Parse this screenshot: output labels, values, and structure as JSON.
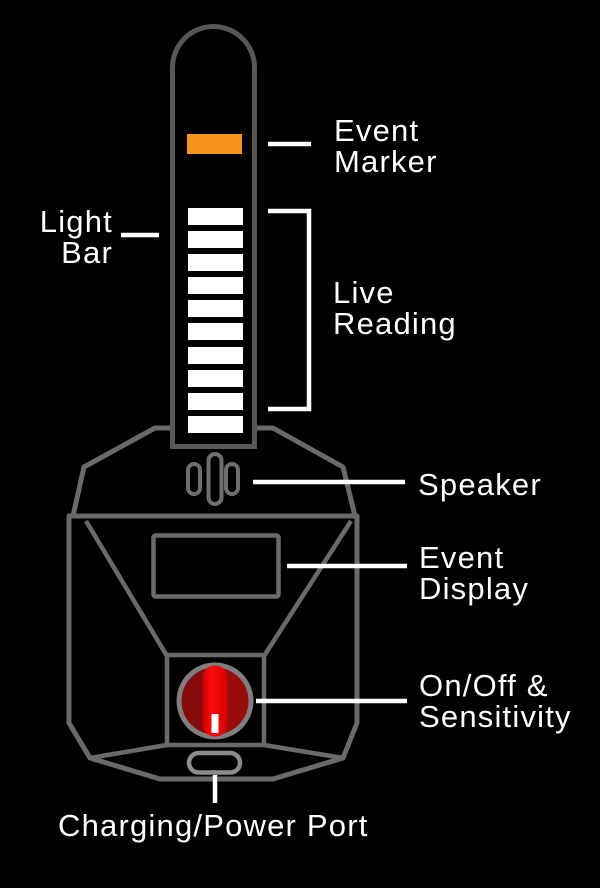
{
  "diagram": {
    "title_hint": "detector device callout diagram",
    "labels": {
      "event_marker": {
        "lines": [
          "Event",
          "Marker"
        ]
      },
      "light_bar": {
        "lines": [
          "Light",
          "Bar"
        ]
      },
      "live_reading": {
        "lines": [
          "Live",
          "Reading"
        ]
      },
      "speaker": {
        "lines": [
          "Speaker"
        ]
      },
      "event_display": {
        "lines": [
          "Event",
          "Display"
        ]
      },
      "on_off_sensitivity": {
        "lines": [
          "On/Off &",
          "Sensitivity"
        ]
      },
      "charging_power_port": {
        "lines": [
          "Charging/Power Port"
        ]
      }
    },
    "device": {
      "light_bar": {
        "segment_count": 10,
        "lit_state": "all segments lit"
      },
      "event_marker": {
        "state": "lit"
      },
      "knob": {
        "indicator_position": "down"
      }
    }
  },
  "colors": {
    "background": "#000000",
    "label_text": "#ffffff",
    "callout_line": "#ffffff",
    "event_marker": "#f7941e",
    "light_bar_segment": "#ffffff",
    "tube_outline": "#57575a",
    "body_outline": "#6a6a6c",
    "speaker_outline": "#6f6f71",
    "port_outline": "#8c8c8c",
    "knob_ring": "#7e7e80",
    "knob_base_dark": "#860b0b",
    "knob_base_light": "#9a0d0d",
    "knob_stripe": "#ee0404",
    "knob_indicator": "#ffffff"
  }
}
